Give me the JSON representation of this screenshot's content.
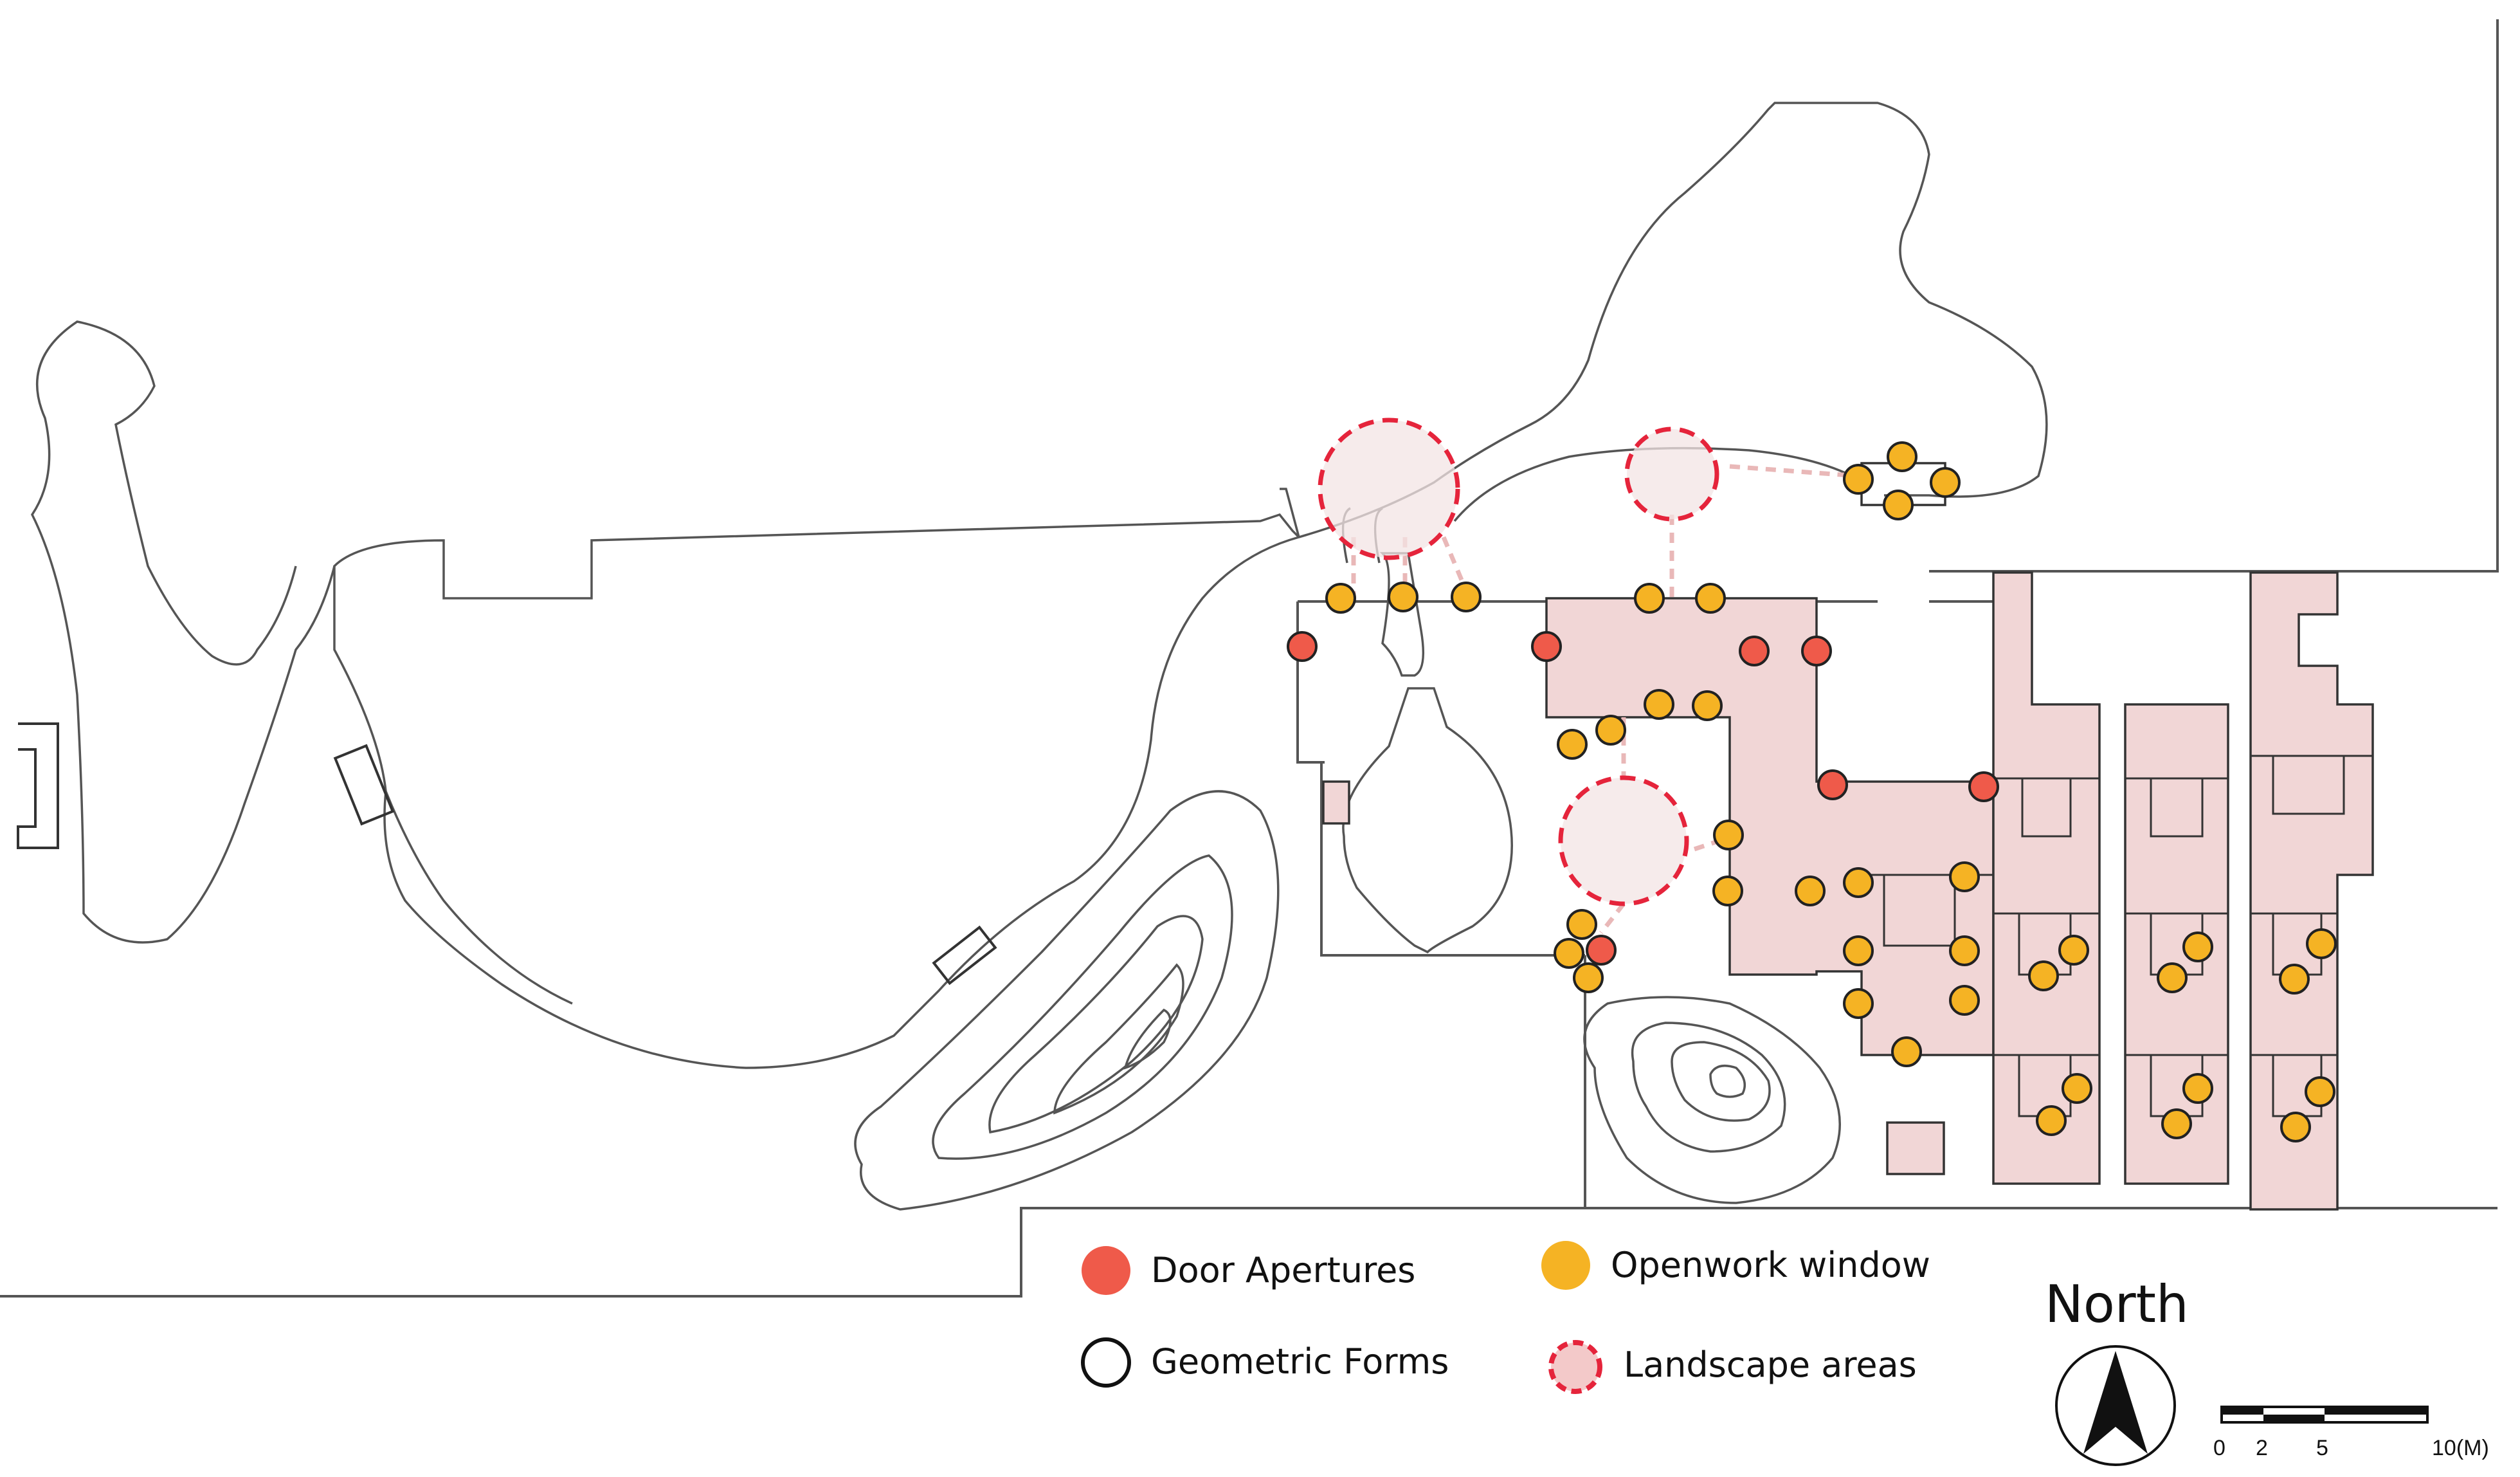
{
  "legend": {
    "door": "Door Apertures",
    "openwork": "Openwork window",
    "geometric": "Geometric Forms",
    "landscape": "Landscape areas"
  },
  "north": {
    "label": "North"
  },
  "scale": {
    "ticks": [
      "0",
      "2",
      "5",
      "10(M)"
    ]
  },
  "colors": {
    "door": "#ef5a4a",
    "openwork": "#f5b324",
    "landscape_stroke": "#e5243b",
    "landscape_fill": "#f3e4e4",
    "building_fill": "#f1d6d6",
    "line": "#555555"
  }
}
